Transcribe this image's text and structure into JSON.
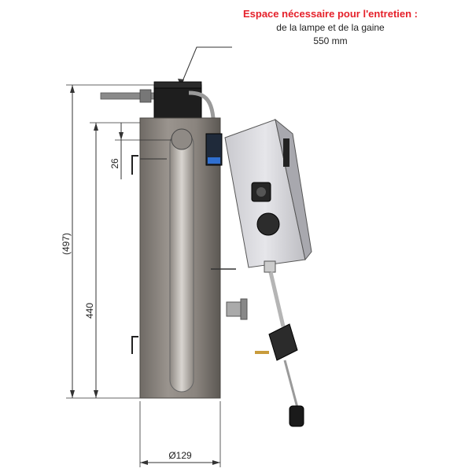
{
  "note": {
    "title": "Espace nécessaire pour l'entretien :",
    "line": "de la lampe et de la gaine",
    "dimension": "550 mm"
  },
  "dimensions": {
    "overall_height": "(497)",
    "body_height": "440",
    "top_offset": "26",
    "diameter": "Ø129"
  },
  "colors": {
    "body": "#8c8680",
    "body_dark": "#5f5a55",
    "head": "#1e1e1e",
    "box": "#d8d8dc",
    "accent": "#e5202a"
  }
}
